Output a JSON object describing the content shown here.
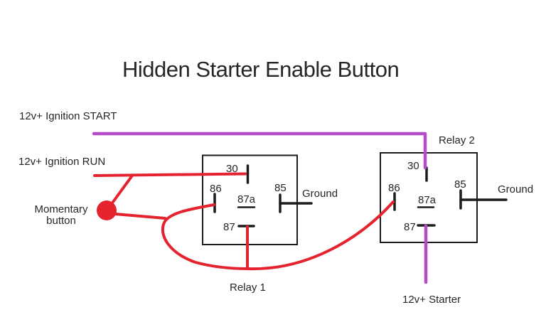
{
  "title": "Hidden Starter Enable Button",
  "colors": {
    "wire_red": "#e4232e",
    "wire_purple": "#b44bc7",
    "line_black": "#1c1c1c",
    "text": "#262626",
    "background": "#ffffff"
  },
  "labels": {
    "ignition_start": "12v+ Ignition START",
    "ignition_run": "12v+ Ignition RUN",
    "momentary_button": "Momentary\nbutton",
    "starter": "12v+ Starter"
  },
  "relays": [
    {
      "label": "Relay 1",
      "ground": "Ground",
      "pins": {
        "p30": "30",
        "p86": "86",
        "p85": "85",
        "p87a": "87a",
        "p87": "87"
      }
    },
    {
      "label": "Relay 2",
      "ground": "Ground",
      "pins": {
        "p30": "30",
        "p86": "86",
        "p85": "85",
        "p87a": "87a",
        "p87": "87"
      }
    }
  ]
}
